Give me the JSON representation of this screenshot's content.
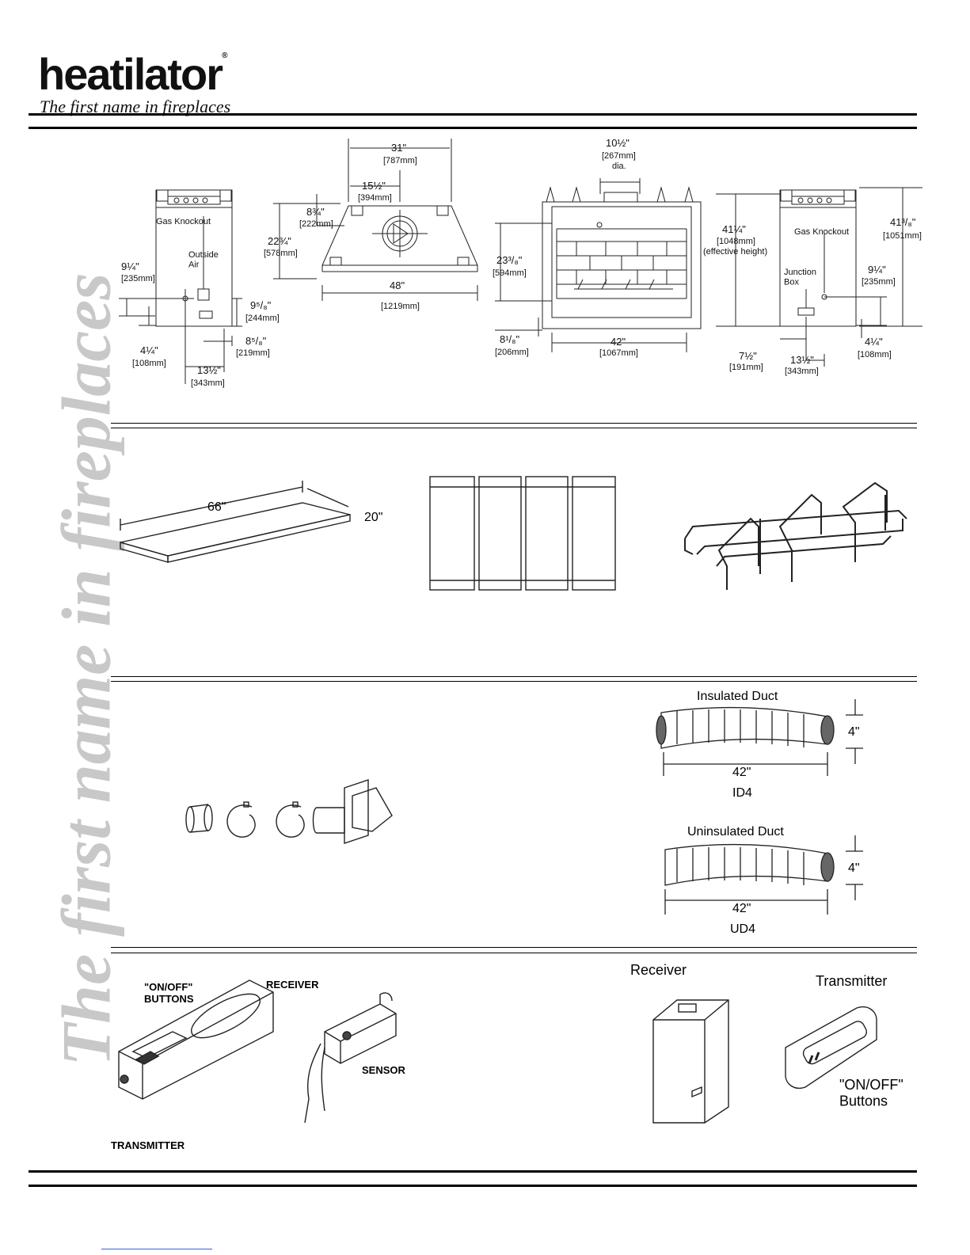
{
  "brand": {
    "name": "heatilator",
    "registered": "®",
    "tagline": "The first name in fireplaces"
  },
  "watermark": "The first name in fireplaces",
  "dimensions_panel": {
    "left_side": {
      "gas_knockout": "Gas Knockout",
      "outside_air": "Outside\nAir",
      "d_9_1_4": "9¼\"",
      "d_9_1_4_mm": "[235mm]",
      "d_9_5_8": "9⁵/₈\"",
      "d_9_5_8_mm": "[244mm]",
      "d_8_5_8": "8⁵/₈\"",
      "d_8_5_8_mm": "[219mm]",
      "d_4_1_4": "4¼\"",
      "d_4_1_4_mm": "[108mm]",
      "d_13_1_2": "13½\"",
      "d_13_1_2_mm": "[343mm]"
    },
    "top_view": {
      "d_31": "31\"",
      "d_31_mm": "[787mm]",
      "d_15_1_2": "15½\"",
      "d_15_1_2_mm": "[394mm]",
      "d_8_3_4": "8¾\"",
      "d_8_3_4_mm": "[222mm]",
      "d_22_3_4": "22¾\"",
      "d_22_3_4_mm": "[578mm]",
      "d_48": "48\"",
      "d_48_mm": "[1219mm]"
    },
    "front_view": {
      "d_10_1_2": "10½\"",
      "d_10_1_2_mm": "[267mm]",
      "d_10_1_2_dia": "dia.",
      "d_23_3_8": "23³/₈\"",
      "d_23_3_8_mm": "[594mm]",
      "d_8_1_8": "8¹/₈\"",
      "d_8_1_8_mm": "[206mm]",
      "d_42": "42\"",
      "d_42_mm": "[1067mm]"
    },
    "right_side": {
      "d_41_1_4": "41¼\"",
      "d_41_1_4_mm": "[1048mm]",
      "effective": "(effective height)",
      "gas_knockout": "Gas Knockout",
      "d_41_3_8": "41³/₈\"",
      "d_41_3_8_mm": "[1051mm]",
      "junction_box": "Junction\nBox",
      "d_9_1_4": "9¼\"",
      "d_9_1_4_mm": "[235mm]",
      "d_7_1_2": "7½\"",
      "d_7_1_2_mm": "[191mm]",
      "d_13_1_2": "13½\"",
      "d_13_1_2_mm": "[343mm]",
      "d_4_1_4": "4¼\"",
      "d_4_1_4_mm": "[108mm]"
    }
  },
  "accessories_panel": {
    "hearth_length": "66\"",
    "hearth_width": "20\""
  },
  "ducts_panel": {
    "insulated_title": "Insulated Duct",
    "insulated_dia": "4\"",
    "insulated_len": "42\"",
    "insulated_code": "ID4",
    "uninsulated_title": "Uninsulated Duct",
    "uninsulated_dia": "4\"",
    "uninsulated_len": "42\"",
    "uninsulated_code": "UD4"
  },
  "remote_panel": {
    "on_off_buttons": "\"ON/OFF\"\nBUTTONS",
    "receiver": "RECEIVER",
    "sensor": "SENSOR",
    "transmitter": "TRANSMITTER",
    "receiver2": "Receiver",
    "transmitter2": "Transmitter",
    "on_off2": "\"ON/OFF\"\nButtons"
  }
}
